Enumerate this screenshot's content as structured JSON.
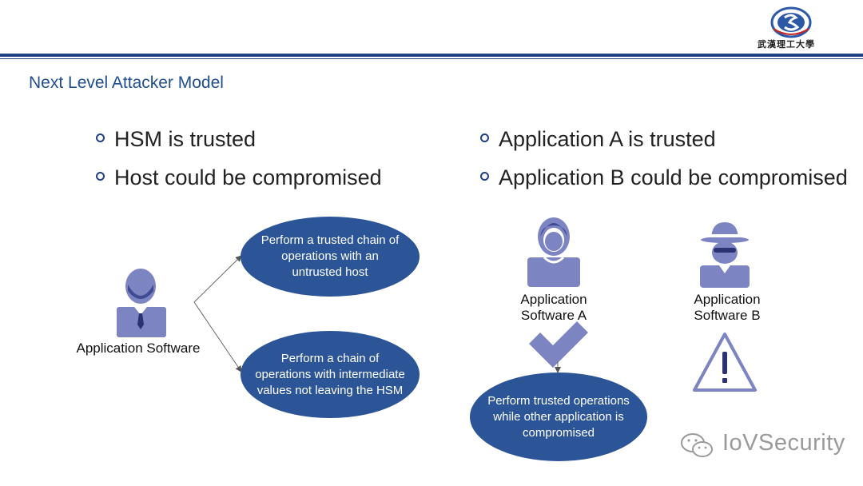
{
  "header": {
    "logo_text": "武漢理工大學",
    "slide_title": "Next Level Attacker Model"
  },
  "left": {
    "bullets": [
      "HSM is trusted",
      "Host could be compromised"
    ],
    "actor_label": "Application Software",
    "oval_top": "Perform a trusted chain of operations with an untrusted host",
    "oval_bottom": "Perform a chain of operations with intermediate values not leaving the HSM"
  },
  "right": {
    "bullets": [
      "Application A is trusted",
      "Application B could be compromised"
    ],
    "actor_a_label": "Application Software A",
    "actor_b_label": "Application Software B",
    "oval": "Perform trusted operations while other application is compromised"
  },
  "watermark": "IoVSecurity",
  "colors": {
    "accent": "#1f3f82",
    "oval_fill": "#2c5597",
    "person_fill": "#7c84c2",
    "title_color": "#1f4e8c"
  }
}
